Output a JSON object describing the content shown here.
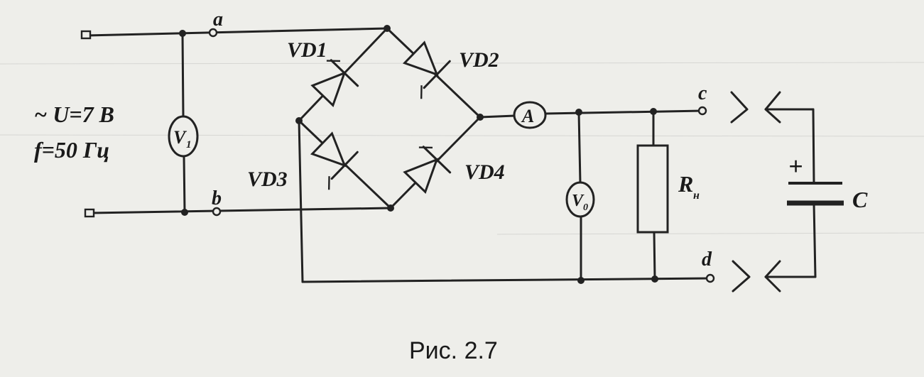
{
  "nodes": {
    "a": "a",
    "b": "b",
    "c": "c",
    "d": "d"
  },
  "source": {
    "voltage": "~ U=7 B",
    "frequency": "f=50 Гц"
  },
  "diodes": {
    "vd1": "VD1",
    "vd2": "VD2",
    "vd3": "VD3",
    "vd4": "VD4"
  },
  "meters": {
    "ammeter": "A",
    "voltmeter_in": "V",
    "voltmeter_in_sub": "1",
    "voltmeter_out": "V",
    "voltmeter_out_sub": "0"
  },
  "load": {
    "label": "R",
    "sub": "н"
  },
  "capacitor": {
    "label": "C",
    "plus": "+"
  },
  "caption": "Рис. 2.7"
}
